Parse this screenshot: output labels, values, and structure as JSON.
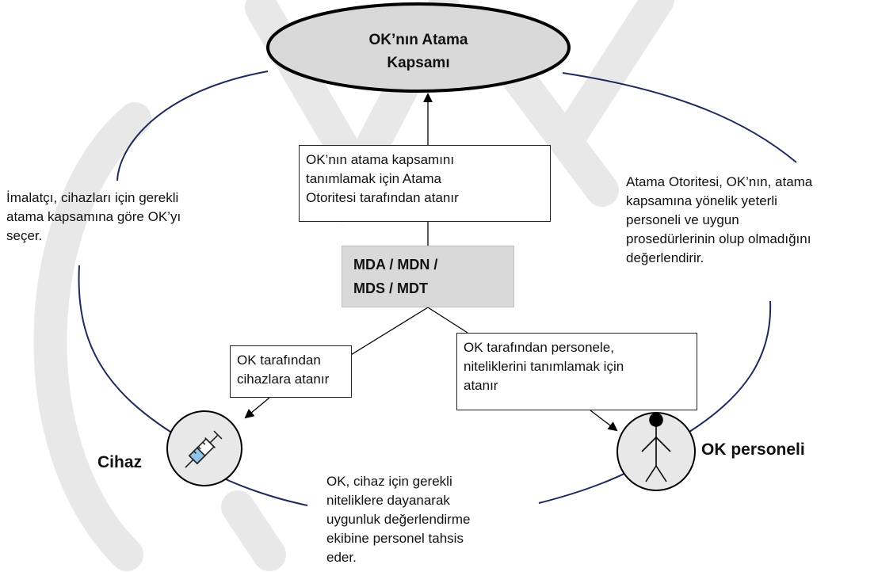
{
  "title": "OK’nın Atama\nKapsamı",
  "center_box": "MDA  /  MDN  /\nMDS / MDT",
  "box_top": "OK’nın atama kapsamını\ntanımlamak için Atama\nOtoritesi tarafından atanır",
  "box_left": "OK tarafından\ncihazlara atanır",
  "box_right": "OK tarafından personele,\nniteliklerini tanımlamak için\natanır",
  "text_left": "İmalatçı, cihazları için gerekli\natama kapsamına göre OK’yı\nseçer.",
  "text_right": "Atama Otoritesi, OK’nın, atama\nkapsamına yönelik yeterli\npersoneli ve uygun\nprosedürlerinin olup olmadığını\ndeğerlendirir.",
  "text_bottom": "OK, cihaz için gerekli\nniteliklere dayanarak\nuygunluk değerlendirme\nekibine personel tahsis\neder.",
  "label_device": "Cihaz",
  "label_personnel": "OK personeli",
  "icons": {
    "device": "syringe-icon",
    "personnel": "stick-figure-icon"
  },
  "colors": {
    "ring": "#1f2a5c",
    "title_fill": "#d9d9d9",
    "center_fill": "#d9d9d9",
    "watermark": "#e6e6e6"
  }
}
